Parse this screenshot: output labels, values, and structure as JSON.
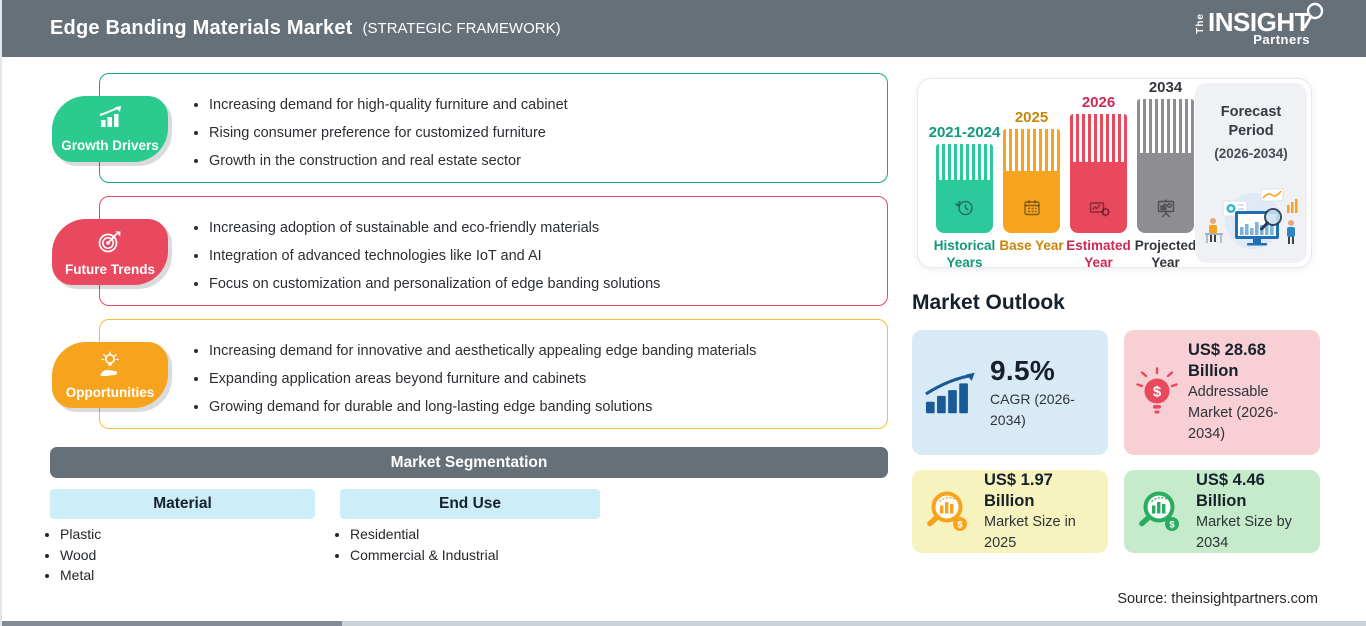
{
  "colors": {
    "header_bg": "#667079",
    "seg_header_bg": "#CDEDF8",
    "forecast_panel_bg": "#EFF1F5"
  },
  "header": {
    "title": "Edge Banding Materials Market",
    "subtitle": "(STRATEGIC FRAMEWORK)",
    "logo_the": "The",
    "logo_insight": "INSIGHT",
    "logo_partners": "Partners"
  },
  "sections": [
    {
      "label": "Growth Drivers",
      "color": "#2BCA8E",
      "border_color": "#17A689",
      "icon": "growth-chart-icon",
      "bullets": [
        "Increasing demand for high-quality furniture and cabinet",
        "Rising consumer preference for customized furniture",
        "Growth in the construction and real estate sector"
      ]
    },
    {
      "label": "Future Trends",
      "color": "#E8495F",
      "border_color": "#E8495F",
      "icon": "target-dart-icon",
      "bullets": [
        "Increasing adoption of sustainable and eco-friendly materials",
        "Integration of advanced technologies like IoT and AI",
        "Focus on customization and personalization of edge banding solutions"
      ]
    },
    {
      "label": "Opportunities",
      "color": "#F6A41E",
      "border_color": "#F2C230",
      "icon": "bulb-hand-icon",
      "bullets": [
        "Increasing demand for innovative and aesthetically appealing edge banding materials",
        "Expanding application areas beyond furniture and cabinets",
        "Growing demand for durable and long-lasting edge banding solutions"
      ]
    }
  ],
  "segmentation": {
    "title": "Market Segmentation",
    "columns": [
      {
        "label": "Material",
        "items": [
          "Plastic",
          "Wood",
          "Metal"
        ]
      },
      {
        "label": "End Use",
        "items": [
          "Residential",
          "Commercial & Industrial"
        ]
      }
    ]
  },
  "timeline": {
    "bars": [
      {
        "year": "2021-2024",
        "label": "Historical Years",
        "color": "#2CC99B",
        "text_color": "#12997A",
        "icon": "history-clock-icon"
      },
      {
        "year": "2025",
        "label": "Base Year",
        "color": "#F6A41E",
        "text_color": "#C9850A",
        "icon": "calendar-icon"
      },
      {
        "year": "2026",
        "label": "Estimated Year",
        "color": "#E8495C",
        "text_color": "#CE2955",
        "icon": "estimate-gear-icon"
      },
      {
        "year": "2034",
        "label": "Projected Year",
        "color": "#8D8D92",
        "text_color": "#33373C",
        "icon": "projection-screen-icon"
      }
    ],
    "forecast_title": "Forecast Period",
    "forecast_range": "(2026-2034)"
  },
  "outlook": {
    "title": "Market Outlook",
    "cards": [
      {
        "value": "9.5%",
        "desc": "CAGR (2026-2034)",
        "bg": "#D9EAF7",
        "icon": "cagr-growth-icon"
      },
      {
        "value": "US$ 28.68 Billion",
        "desc": "Addressable Market (2026-2034)",
        "bg": "#F8CFD4",
        "icon": "dollar-bulb-icon"
      },
      {
        "value": "US$ 1.97 Billion",
        "desc": "Market Size in 2025",
        "bg": "#F6F3BE",
        "icon": "magnifier-chart-orange-icon"
      },
      {
        "value": "US$ 4.46 Billion",
        "desc": "Market Size by 2034",
        "bg": "#C6EBCB",
        "icon": "magnifier-chart-green-icon"
      }
    ]
  },
  "source": "Source: theinsightpartners.com"
}
